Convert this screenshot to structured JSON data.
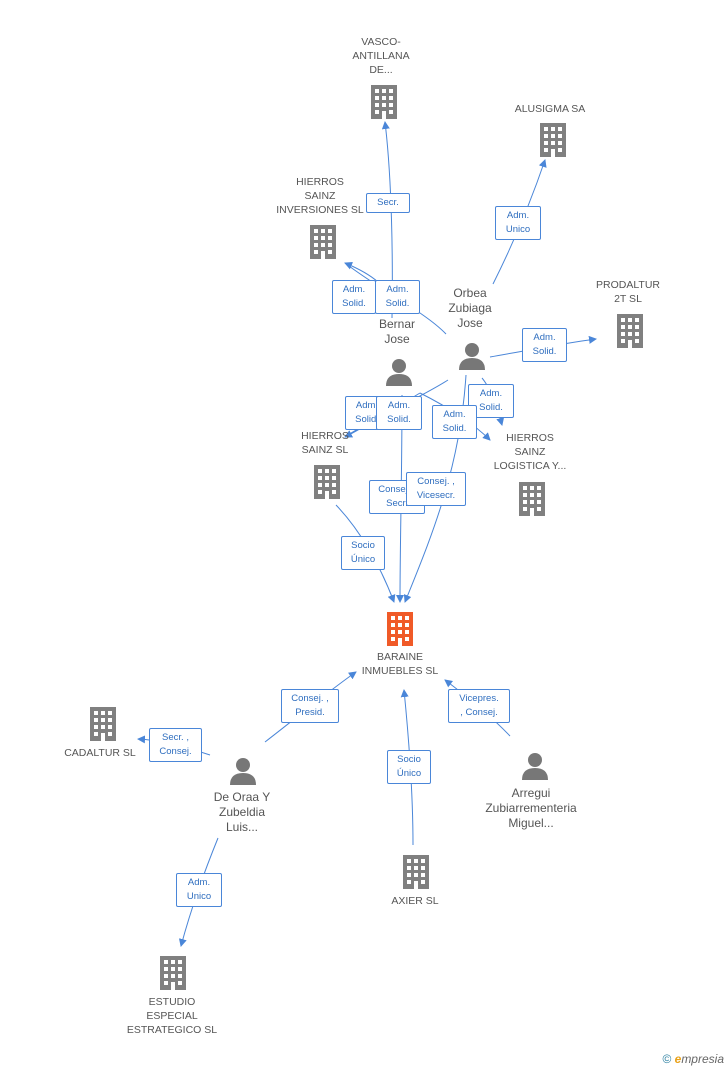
{
  "colors": {
    "edge": "#4a86d8",
    "company": "#808080",
    "focus": "#f05a28",
    "person": "#777777"
  },
  "nodes": {
    "baraine": "BARAINE\nINMUEBLES SL",
    "vasco": "VASCO-\nANTILLANA\nDE...",
    "alusigma": "ALUSIGMA SA",
    "hierros_inv": "HIERROS\nSAINZ\nINVERSIONES SL",
    "prodaltur": "PRODALTUR\n2T SL",
    "orbea": "Orbea\nZubiaga\nJose",
    "bernar": "Bernar\nJose",
    "hierros_sainz": "HIERROS\nSAINZ  SL",
    "hierros_log": "HIERROS\nSAINZ\nLOGISTICA Y...",
    "cadaltur": "CADALTUR  SL",
    "deoraa": "De Oraa Y\nZubeldia\nLuis...",
    "arregui": "Arregui\nZubiarrementeria\nMiguel...",
    "axier": "AXIER SL",
    "estudio": "ESTUDIO\nESPECIAL\nESTRATEGICO SL"
  },
  "relations": {
    "secr_vasco": "Secr.",
    "adm_unico_alusigma": "Adm.\nUnico",
    "adm_solid_1": "Adm.\nSolid.",
    "adm_solid_2": "Adm.\nSolid.",
    "adm_solid_prodaltur": "Adm.\nSolid.",
    "adm_solid_3": "Adm.\nSolid.",
    "adm_solid_4": "Adm.\nSolid.",
    "adm_solid_5": "Adm.\nSolid.",
    "adm_solid_6": "Adm.\nSolid.",
    "consej_secr": "Consej. ,\nSecr.",
    "consej_vicesecr": "Consej. ,\nVicesecr.",
    "socio_unico_hs": "Socio\nÚnico",
    "consej_presid": "Consej. ,\nPresid.",
    "secr_consej": "Secr. ,\nConsej.",
    "vicepres_consej": "Vicepres.\n, Consej.",
    "socio_unico_axier": "Socio\nÚnico",
    "adm_unico_estudio": "Adm.\nUnico"
  },
  "footer": {
    "copyright": "©",
    "brand_e": "e",
    "brand_rest": "mpresia"
  }
}
